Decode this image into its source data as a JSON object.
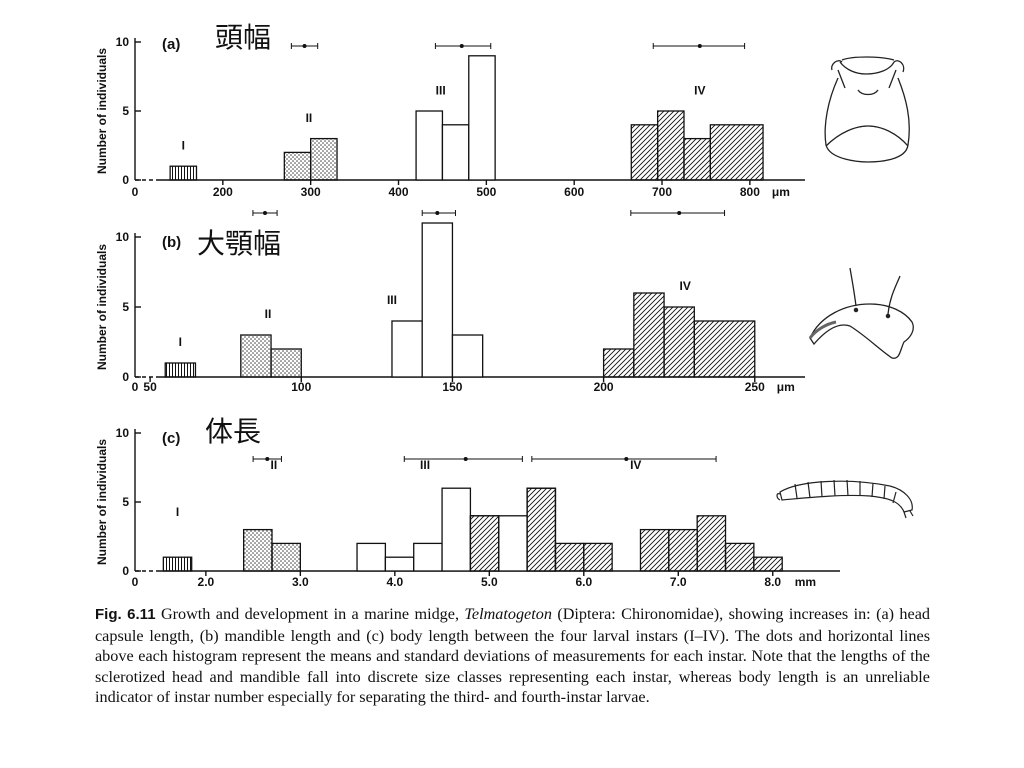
{
  "y_axis_title": "Number of individuals",
  "chart_data": [
    {
      "type": "bar",
      "panel": "(a)",
      "annotation": "頭幅",
      "unit": "μm",
      "xlim": [
        100,
        840
      ],
      "ylim": [
        0,
        10
      ],
      "x_ticks": [
        0,
        200,
        300,
        400,
        500,
        600,
        700,
        800
      ],
      "y_ticks": [
        0,
        5,
        10
      ],
      "series": [
        {
          "name": "I",
          "pattern": "vertical",
          "bins": [
            [
              140,
              170,
              1
            ]
          ]
        },
        {
          "name": "II",
          "pattern": "dots",
          "bins": [
            [
              270,
              300,
              2
            ],
            [
              300,
              330,
              3
            ]
          ]
        },
        {
          "name": "III",
          "pattern": "none",
          "bins": [
            [
              420,
              450,
              5
            ],
            [
              450,
              480,
              4
            ],
            [
              480,
              510,
              9
            ]
          ]
        },
        {
          "name": "IV",
          "pattern": "diagonal",
          "bins": [
            [
              665,
              695,
              4
            ],
            [
              695,
              725,
              5
            ],
            [
              725,
              755,
              3
            ],
            [
              755,
              815,
              4
            ]
          ]
        }
      ],
      "instar_labels": [
        {
          "text": "I",
          "x": 155,
          "y": 2.2
        },
        {
          "text": "II",
          "x": 298,
          "y": 4.2
        },
        {
          "text": "III",
          "x": 448,
          "y": 6.2
        },
        {
          "text": "IV",
          "x": 743,
          "y": 6.2
        }
      ],
      "mean_sd": [
        {
          "instar": "II",
          "mean": 293,
          "lo": 278,
          "hi": 308
        },
        {
          "instar": "III",
          "mean": 472,
          "lo": 442,
          "hi": 505
        },
        {
          "instar": "IV",
          "mean": 743,
          "lo": 690,
          "hi": 794
        }
      ],
      "illustration": "larval-head-capsule"
    },
    {
      "type": "bar",
      "panel": "(b)",
      "annotation": "大顎幅",
      "unit": "μm",
      "xlim": [
        45,
        260
      ],
      "ylim": [
        0,
        10
      ],
      "x_ticks": [
        0,
        50,
        100,
        150,
        200,
        250
      ],
      "y_ticks": [
        0,
        5,
        10
      ],
      "series": [
        {
          "name": "I",
          "pattern": "vertical",
          "bins": [
            [
              55,
              65,
              1
            ]
          ]
        },
        {
          "name": "II",
          "pattern": "dots",
          "bins": [
            [
              80,
              90,
              3
            ],
            [
              90,
              100,
              2
            ]
          ]
        },
        {
          "name": "III",
          "pattern": "none",
          "bins": [
            [
              130,
              140,
              4
            ],
            [
              140,
              150,
              11
            ],
            [
              150,
              160,
              3
            ]
          ]
        },
        {
          "name": "IV",
          "pattern": "diagonal",
          "bins": [
            [
              200,
              210,
              2
            ],
            [
              210,
              220,
              6
            ],
            [
              220,
              230,
              5
            ],
            [
              230,
              250,
              4
            ]
          ]
        }
      ],
      "instar_labels": [
        {
          "text": "I",
          "x": 60,
          "y": 2.2
        },
        {
          "text": "II",
          "x": 89,
          "y": 4.2
        },
        {
          "text": "III",
          "x": 130,
          "y": 5.2
        },
        {
          "text": "IV",
          "x": 227,
          "y": 6.2
        }
      ],
      "mean_sd": [
        {
          "instar": "II",
          "mean": 88,
          "lo": 84,
          "hi": 92
        },
        {
          "instar": "III",
          "mean": 145,
          "lo": 140,
          "hi": 151
        },
        {
          "instar": "IV",
          "mean": 225,
          "lo": 209,
          "hi": 240
        }
      ],
      "illustration": "larval-mandible"
    },
    {
      "type": "bar",
      "panel": "(c)",
      "annotation": "体長",
      "unit": "mm",
      "xlim": [
        1.25,
        8.5
      ],
      "ylim": [
        0,
        10
      ],
      "x_ticks": [
        0,
        2.0,
        3.0,
        4.0,
        5.0,
        6.0,
        7.0,
        8.0
      ],
      "x_tick_labels": [
        "0",
        "2.0",
        "3.0",
        "4.0",
        "5.0",
        "6.0",
        "7.0",
        "8.0"
      ],
      "y_ticks": [
        0,
        5,
        10
      ],
      "series": [
        {
          "name": "I",
          "pattern": "vertical",
          "bins": [
            [
              1.55,
              1.85,
              1
            ]
          ]
        },
        {
          "name": "II",
          "pattern": "dots",
          "bins": [
            [
              2.4,
              2.7,
              3
            ],
            [
              2.7,
              3.0,
              2
            ]
          ]
        },
        {
          "name": "III",
          "pattern": "none",
          "bins": [
            [
              3.6,
              3.9,
              2
            ],
            [
              3.9,
              4.2,
              1
            ],
            [
              4.2,
              4.5,
              2
            ],
            [
              4.5,
              4.8,
              6
            ],
            [
              4.8,
              5.1,
              4
            ],
            [
              5.1,
              5.4,
              4
            ],
            [
              5.4,
              5.7,
              6
            ]
          ]
        },
        {
          "name": "IV",
          "pattern": "diagonal",
          "bins": [
            [
              4.8,
              5.1,
              4
            ],
            [
              5.4,
              5.7,
              6
            ],
            [
              5.7,
              6.0,
              2
            ],
            [
              6.0,
              6.3,
              2
            ],
            [
              6.6,
              6.9,
              3
            ],
            [
              6.9,
              7.2,
              3
            ],
            [
              7.2,
              7.5,
              4
            ],
            [
              7.5,
              7.8,
              2
            ],
            [
              7.8,
              8.1,
              1
            ]
          ]
        }
      ],
      "instar_labels": [
        {
          "text": "I",
          "x": 1.7,
          "y": 4.0
        },
        {
          "text": "II",
          "x": 2.72,
          "y": 7.4
        },
        {
          "text": "III",
          "x": 4.32,
          "y": 7.4
        },
        {
          "text": "IV",
          "x": 6.55,
          "y": 7.4
        }
      ],
      "mean_sd": [
        {
          "instar": "II",
          "mean": 2.65,
          "lo": 2.5,
          "hi": 2.8
        },
        {
          "instar": "III",
          "mean": 4.75,
          "lo": 4.1,
          "hi": 5.35
        },
        {
          "instar": "IV",
          "mean": 6.45,
          "lo": 5.45,
          "hi": 7.4
        }
      ],
      "illustration": "larval-body"
    }
  ],
  "caption": {
    "label": "Fig. 6.11",
    "text_before": " Growth and development in a marine midge, ",
    "genus": "Telmatogeton",
    "text_after": " (Diptera: Chironomidae), showing increases in: (a) head capsule length, (b) mandible length and (c) body length between the four larval instars (I–IV). The dots and horizontal lines above each histogram represent the means and standard deviations of measurements for each instar. Note that the lengths of the sclerotized head and mandible fall into discrete size classes representing each instar, whereas body length is an unreliable indicator of instar number especially for separating the third- and fourth-instar larvae."
  }
}
